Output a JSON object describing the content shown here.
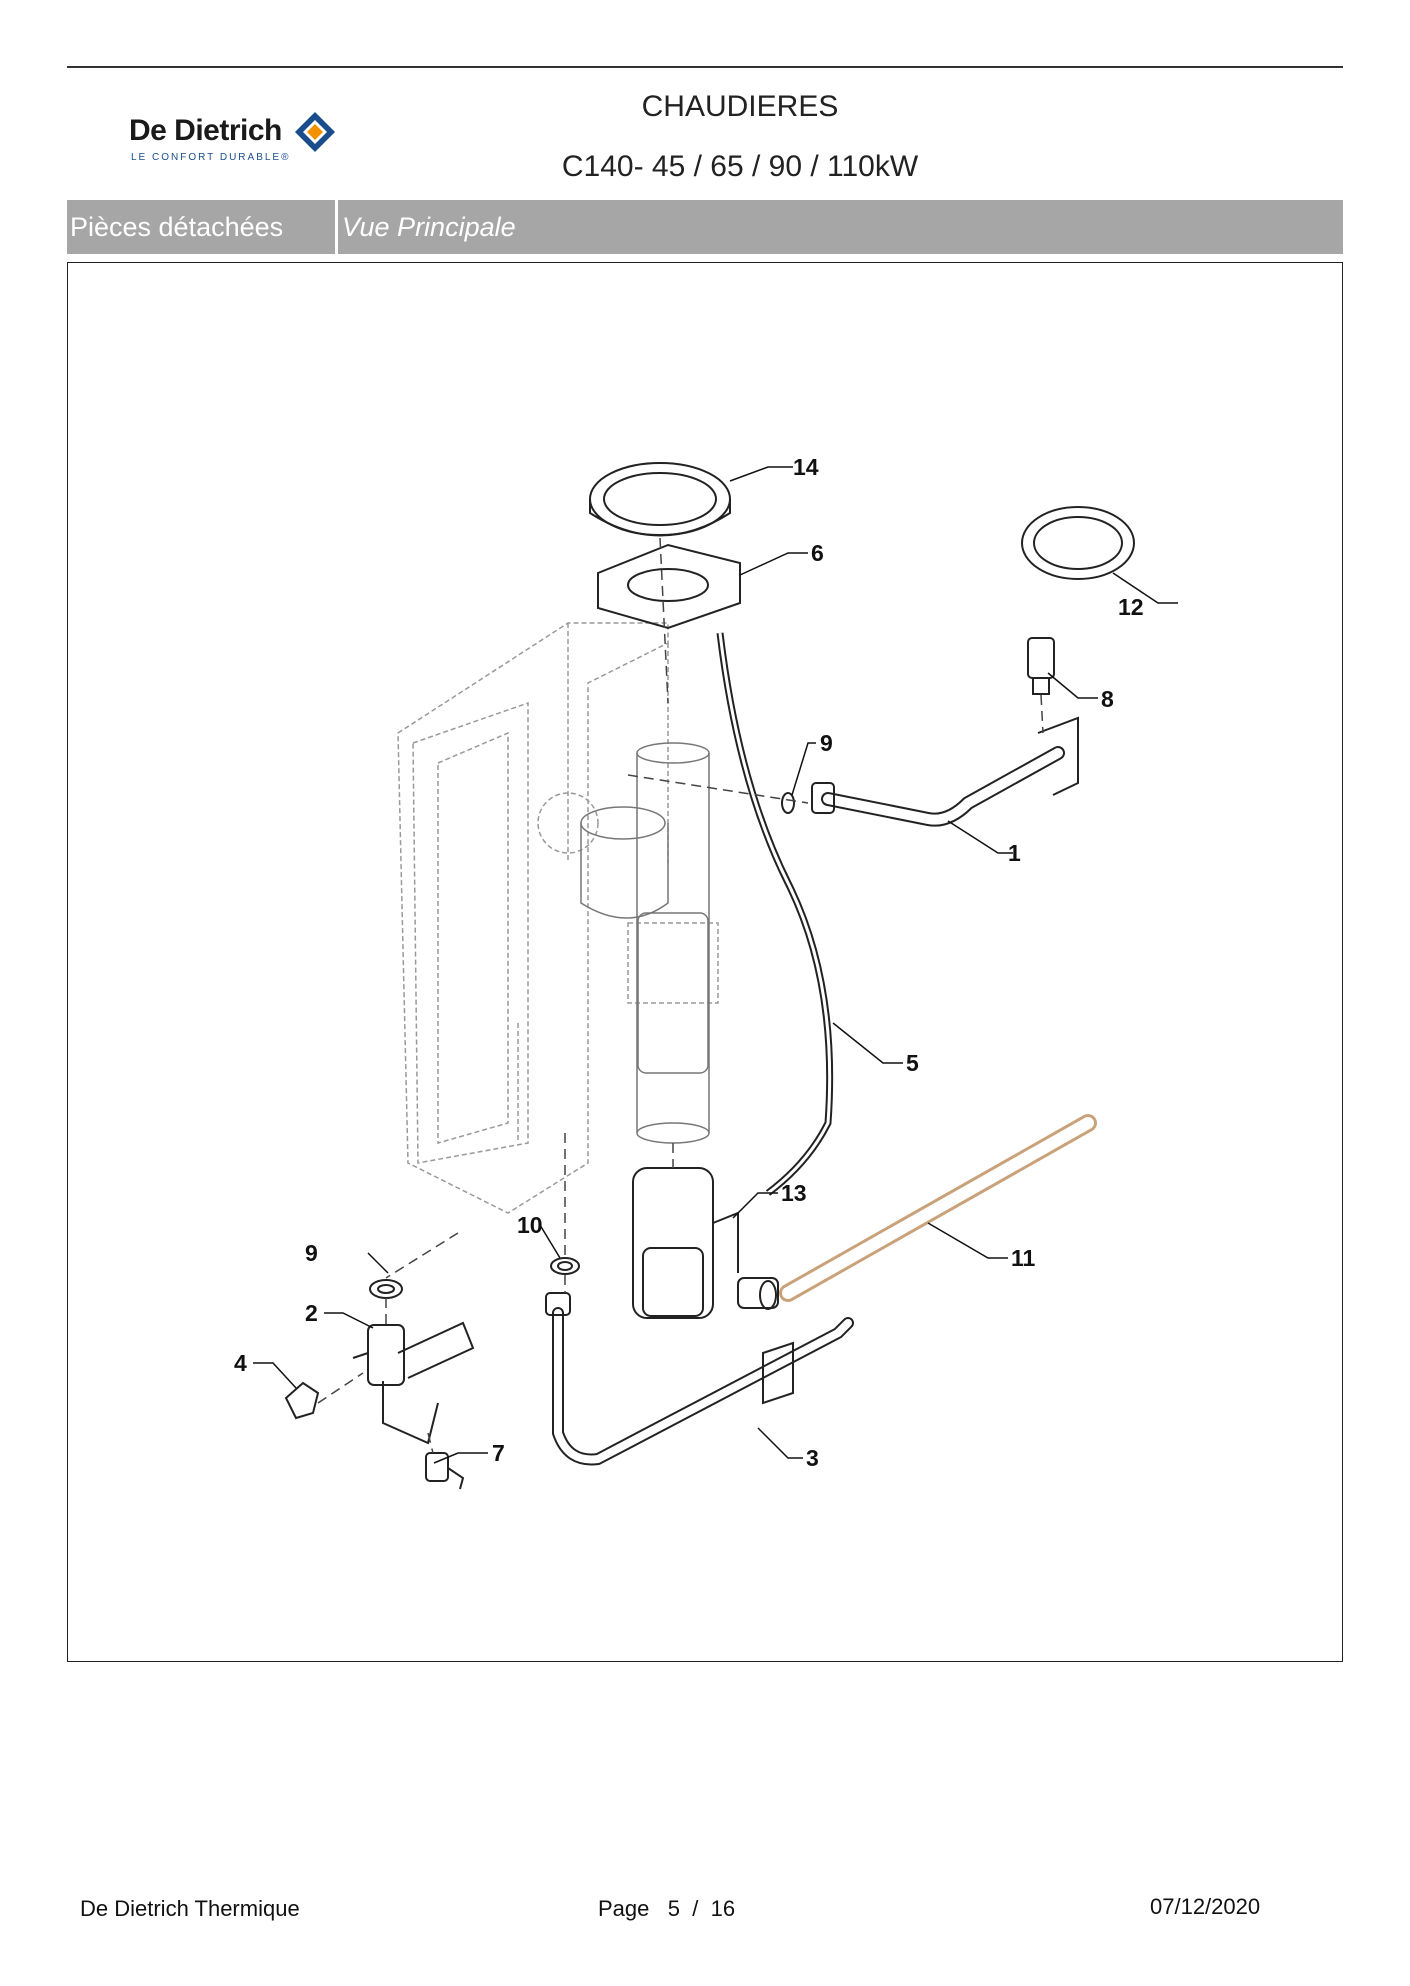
{
  "header": {
    "logo_brand": "De Dietrich",
    "logo_tagline": "LE CONFORT DURABLE®",
    "title": "CHAUDIERES",
    "subtitle": "C140- 45 / 65 / 90 / 110kW"
  },
  "section_bar": {
    "section": "Pièces détachées",
    "view": "Vue Principale"
  },
  "callouts": {
    "c1": "1",
    "c2": "2",
    "c3": "3",
    "c4": "4",
    "c5": "5",
    "c6": "6",
    "c7": "7",
    "c8": "8",
    "c9a": "9",
    "c9b": "9",
    "c10": "10",
    "c11": "11",
    "c12": "12",
    "c13": "13",
    "c14": "14"
  },
  "footer": {
    "company": "De Dietrich Thermique",
    "page_label": "Page",
    "page_current": "5",
    "page_separator": "/",
    "page_total": "16",
    "date": "07/12/2020"
  },
  "colors": {
    "header_bar": "#a6a6a6",
    "logo_blue": "#1a4d8c",
    "logo_orange": "#f39200",
    "pipe_11": "#c9a27a"
  }
}
